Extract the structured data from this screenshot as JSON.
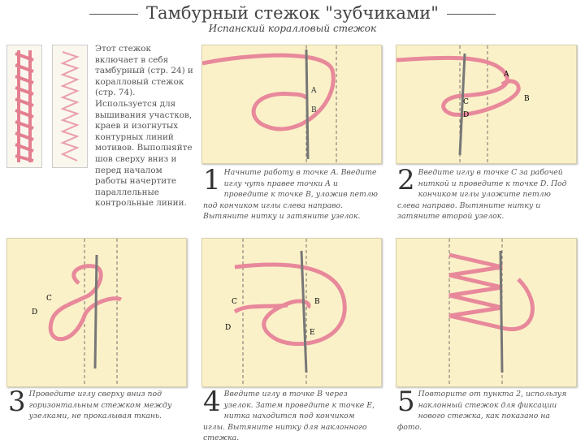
{
  "title": "Тамбурный стежок \"зубчиками\"",
  "subtitle": "Испанский коралловый стежок",
  "intro": "Этот стежок включает в себя тамбурный (стр. 24) и коралловый стежок (стр. 74). Используется для вышивания участков, краев и изогнутых контурных линий мотивов. Выполняйте шов сверху вниз и перед началом работы начертите параллельные контрольные линии.",
  "steps": [
    {
      "num": "1",
      "text": "Начните работу в точке A. Введите иглу чуть правее точки A и проведите к точке B, уложив петлю под кончиком иглы слева направо. Вытяните нитку и затяните узелок.",
      "labels": [
        "A",
        "B"
      ]
    },
    {
      "num": "2",
      "text": "Введите иглу в точке C за рабочей ниткой и проведите к точке D. Под кончиком иглы уложите петлю слева направо. Вытяните нитку и затяните второй узелок.",
      "labels": [
        "A",
        "B",
        "C",
        "D"
      ]
    },
    {
      "num": "3",
      "text": "Проведите иглу сверху вниз под горизонтальным стежком между узелками, не прокалывая ткань.",
      "labels": [
        "C",
        "D"
      ]
    },
    {
      "num": "4",
      "text": "Введите иглу в точке B через узелок. Затем проведите к точке E, нитка находится под кончиком иглы. Вытяните нитку для наклонного стежка.",
      "labels": [
        "B",
        "C",
        "D",
        "E"
      ]
    },
    {
      "num": "5",
      "text": "Повторите от пункта 2, используя наклонный стежок для фиксации нового стежка, как показано на фото.",
      "labels": []
    }
  ],
  "colors": {
    "thread": "#e8899b",
    "fabric": "#fbf1c9"
  }
}
